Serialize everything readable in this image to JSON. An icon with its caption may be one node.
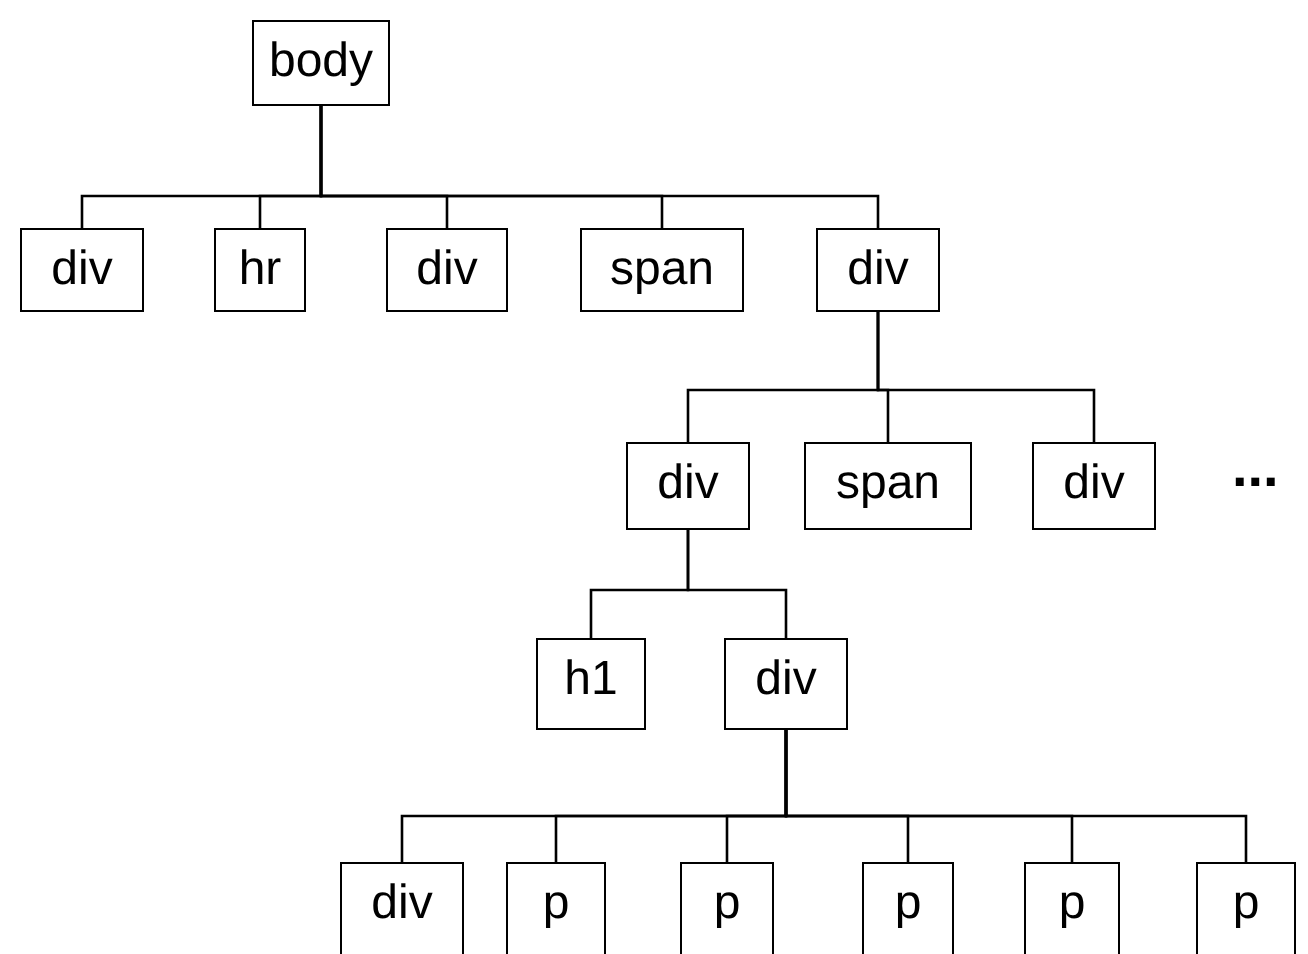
{
  "diagram": {
    "nodes": [
      {
        "text": [
          "body"
        ]
      },
      {
        "text": [
          "div"
        ]
      },
      {
        "text": [
          "hr"
        ]
      },
      {
        "text": [
          "div"
        ]
      },
      {
        "text": [
          "span"
        ]
      },
      {
        "text": [
          "div"
        ]
      },
      {
        "text": [
          "div"
        ]
      },
      {
        "text": [
          "span"
        ]
      },
      {
        "text": [
          "div"
        ]
      },
      {
        "text": [
          "h1"
        ]
      },
      {
        "text": [
          "div"
        ]
      },
      {
        "text": [
          "div"
        ]
      },
      {
        "text": [
          "p"
        ]
      },
      {
        "text": [
          "p"
        ]
      },
      {
        "text": [
          "p"
        ]
      },
      {
        "text": [
          "p"
        ]
      },
      {
        "text": [
          "p"
        ]
      }
    ],
    "edges": [
      {
        "from": 0,
        "to": 1,
        "arrow": "none"
      },
      {
        "from": 0,
        "to": 2,
        "arrow": "none"
      },
      {
        "from": 0,
        "to": 3,
        "arrow": "none"
      },
      {
        "from": 0,
        "to": 4,
        "arrow": "none"
      },
      {
        "from": 0,
        "to": 5,
        "arrow": "none"
      },
      {
        "from": 5,
        "to": 6,
        "arrow": "none"
      },
      {
        "from": 5,
        "to": 7,
        "arrow": "none"
      },
      {
        "from": 5,
        "to": 8,
        "arrow": "none"
      },
      {
        "from": 6,
        "to": 9,
        "arrow": "none"
      },
      {
        "from": 6,
        "to": 10,
        "arrow": "none"
      },
      {
        "from": 10,
        "to": 11,
        "arrow": "none"
      },
      {
        "from": 10,
        "to": 12,
        "arrow": "none"
      },
      {
        "from": 10,
        "to": 13,
        "arrow": "none"
      },
      {
        "from": 10,
        "to": 14,
        "arrow": "none"
      },
      {
        "from": 10,
        "to": 15,
        "arrow": "none"
      },
      {
        "from": 10,
        "to": 16,
        "arrow": "none"
      }
    ],
    "labels": [
      "..."
    ]
  }
}
